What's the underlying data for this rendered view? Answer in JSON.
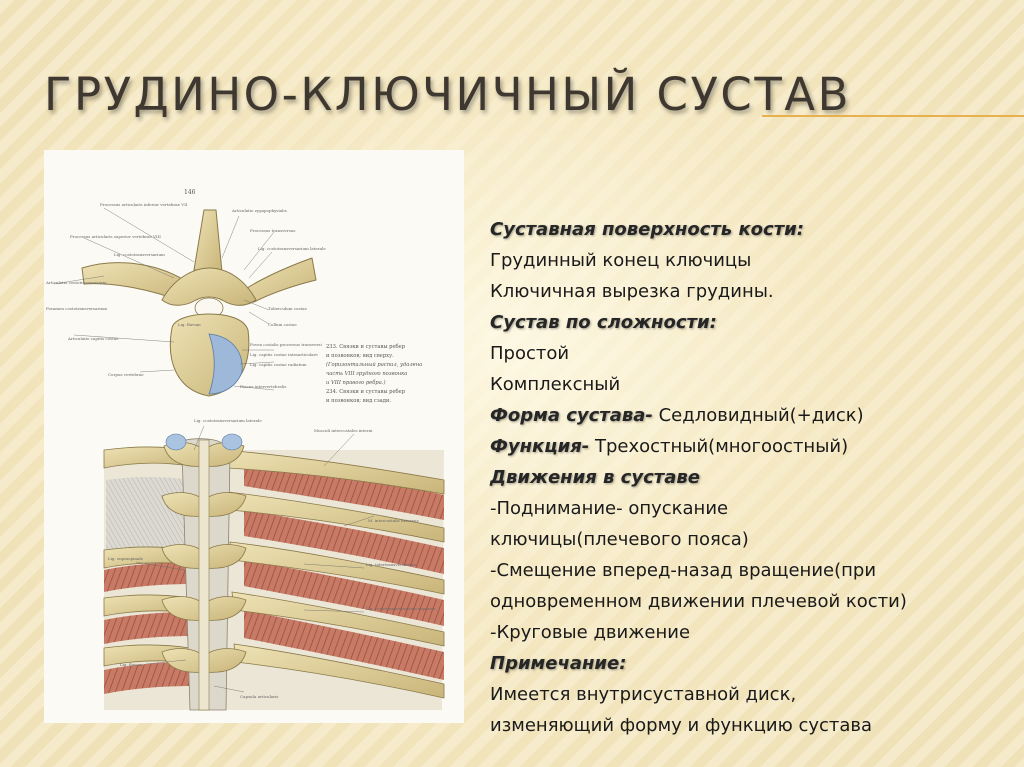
{
  "slide": {
    "title": "ГРУДИНО-КЛЮЧИЧНЫЙ СУСТАВ"
  },
  "figure": {
    "page_number": "146",
    "labels": {
      "proc_art_inf": "Processus articularis inferior vertebrae VII",
      "art_zyg": "Articulatio zygapophysialis",
      "proc_art_sup": "Processus articularis superior vertebrae VIII",
      "proc_transv": "Processus transversus",
      "lig_costotrans_lat": "Lig. costotransversarium laterale",
      "lig_costotrans": "Lig. costotransversarium",
      "art_costotrans": "Articulatio costotransversaria",
      "foramen_costotrans": "Foramen costotransversarium",
      "lig_flavum": "Lig. flavum",
      "tuberc_costae": "Tuberculum costae",
      "collum_costae": "Collum costae",
      "art_capitis": "Articulatio capitis costae",
      "fovea_costalis": "Fovea costalis processus transversi",
      "lig_capitis_intra": "Lig. capitis costae intraarticulare",
      "lig_capitis_rad": "Lig. capitis costae radiatum",
      "corpus_vert": "Corpus vertebrae",
      "discus": "Discus intervertebralis",
      "lig_costotrans_bottom": "Lig. costotransversarium laterale",
      "m_intercostales_interni": "Musculi intercostales interni",
      "m_intercostales_externi": "M. intercostalis externus",
      "lig_supraspinale": "Lig. supraspinale",
      "lig_intertransversarium": "Lig. intertransversarium",
      "lig_costotrans_sup": "Lig. costotransversarium superius",
      "lig_flavum_bottom": "Lig. flavum",
      "capsula": "Capsula articularis"
    },
    "caption": [
      "233. Связки и суставы ребер",
      "и позвонков; вид сверху.",
      "(Горизонтальный распил, удалена",
      "часть VIII грудного позвонка",
      "и VIII правого ребра.)",
      "234. Связки и суставы ребер",
      "и позвонков; вид сзади."
    ]
  },
  "content": {
    "lines": [
      {
        "heading": "Суставная поверхность кости:",
        "text": ""
      },
      {
        "heading": "",
        "text": "Грудинный конец ключицы"
      },
      {
        "heading": "",
        "text": "Ключичная вырезка грудины."
      },
      {
        "heading": "Сустав по сложности:",
        "text": ""
      },
      {
        "heading": "",
        "text": "Простой"
      },
      {
        "heading": "",
        "text": "Комплексный"
      },
      {
        "heading": "Форма сустава-",
        "text": " Седловидный(+диск)"
      },
      {
        "heading": "Функция-",
        "text": " Трехостный(многоостный)"
      },
      {
        "heading": "Движения в суставе",
        "text": ""
      },
      {
        "heading": "",
        "text": "-Поднимание- опускание"
      },
      {
        "heading": "",
        "text": "ключицы(плечевого пояса)"
      },
      {
        "heading": "",
        "text": "-Смещение вперед-назад вращение(при"
      },
      {
        "heading": "",
        "text": "одновременном движении плечевой кости)"
      },
      {
        "heading": "",
        "text": "-Круговые движение"
      },
      {
        "heading": "Примечание:",
        "text": ""
      },
      {
        "heading": "",
        "text": "Имеется внутрисуставной диск,"
      },
      {
        "heading": "",
        "text": "изменяющий форму и функцию сустава"
      }
    ]
  }
}
